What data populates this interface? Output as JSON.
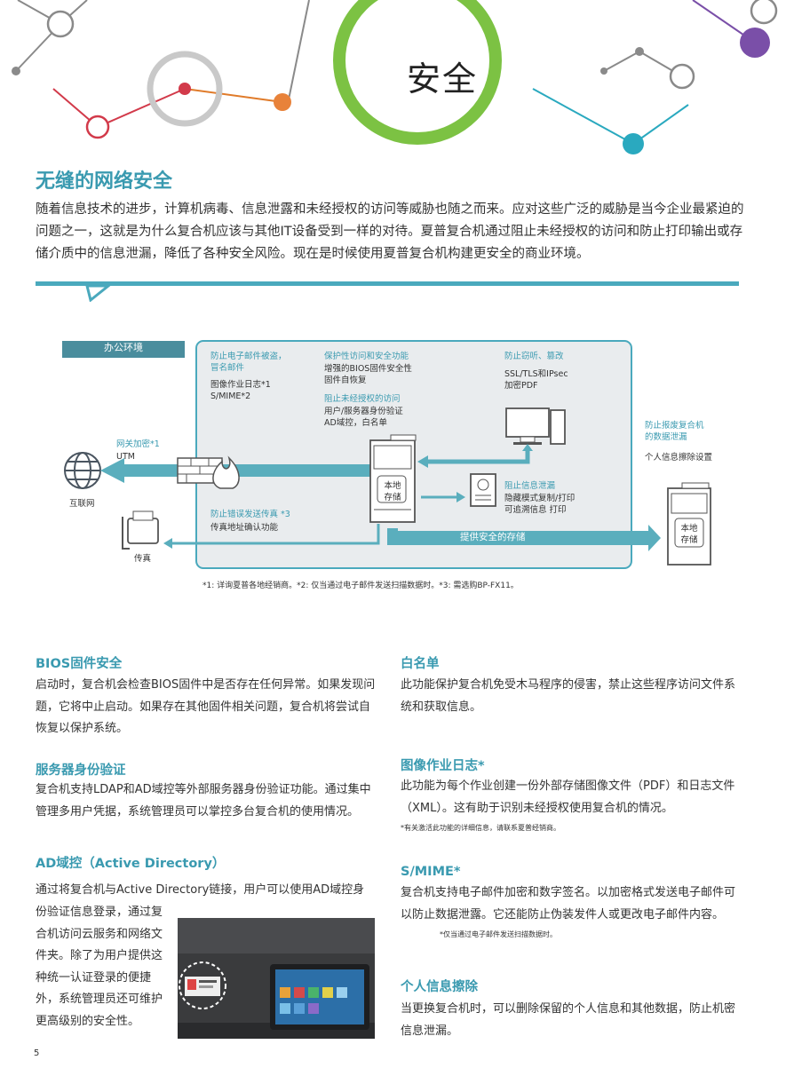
{
  "hero": {
    "title": "安全"
  },
  "section": {
    "title": "无缝的网络安全",
    "intro": "随着信息技术的进步，计算机病毒、信息泄露和未经授权的访问等威胁也随之而来。应对这些广泛的威胁是当今企业最紧迫的问题之一，这就是为什么复合机应该与其他IT设备受到一样的对待。夏普复合机通过阻止未经授权的访问和防止打印输出或存储介质中的信息泄漏，降低了各种安全风险。现在是时候使用夏普复合机构建更安全的商业环境。"
  },
  "diagram": {
    "office_label": "办公环境",
    "email_title": "防止电子邮件被盗，\n冒名邮件",
    "email_items": "图像作业日志*1\nS/MIME*2",
    "protect_title": "保护性访问和安全功能",
    "protect_items": "增强的BIOS固件安全性\n固件自恢复",
    "unauth_title": "阻止未经授权的访问",
    "unauth_items": "用户/服务器身份验证\nAD域控，白名单",
    "tamper_title": "防止窃听、篡改",
    "tamper_items": "SSL/TLS和IPsec\n加密PDF",
    "gateway_title": "网关加密*1",
    "gateway_items": "UTM",
    "internet_label": "互联网",
    "storage_label": "本地\n存储",
    "leak_title": "阻止信息泄漏",
    "leak_items": "隐藏模式复制/打印\n可追溯信息 打印",
    "fax_title": "防止错误发送传真 *3",
    "fax_items": "传真地址确认功能",
    "fax_label": "传真",
    "secure_storage": "提供安全的存储",
    "disposal_title": "防止报废复合机\n的数据泄漏",
    "disposal_items": "个人信息擦除设置",
    "disposal_storage": "本地\n存储",
    "footnote": "*1: 详询夏普各地经销商。*2: 仅当通过电子邮件发送扫描数据时。*3: 需选购BP-FX11。"
  },
  "features": {
    "bios": {
      "title": "BIOS固件安全",
      "body": "启动时，复合机会检查BIOS固件中是否存在任何异常。如果发现问题，它将中止启动。如果存在其他固件相关问题，复合机将尝试自恢复以保护系统。"
    },
    "server": {
      "title": "服务器身份验证",
      "body": "复合机支持LDAP和AD域控等外部服务器身份验证功能。通过集中管理多用户凭据，系统管理员可以掌控多台复合机的使用情况。"
    },
    "ad": {
      "title": "AD域控（Active Directory）",
      "body_line1": "通过将复合机与Active Directory链接，用户可以使用AD域控身",
      "body_rest": "份验证信息登录，通过复合机访问云服务和网络文件夹。除了为用户提供这种统一认证登录的便捷外，系统管理员还可维护更高级别的安全性。"
    },
    "whitelist": {
      "title": "白名单",
      "body": "此功能保护复合机免受木马程序的侵害，禁止这些程序访问文件系统和获取信息。"
    },
    "imagelog": {
      "title": "图像作业日志*",
      "body": "此功能为每个作业创建一份外部存储图像文件（PDF）和日志文件（XML）。这有助于识别未经授权使用复合机的情况。",
      "note": "*有关激活此功能的详细信息，请联系夏普经销商。"
    },
    "smime": {
      "title": "S/MIME*",
      "body": "复合机支持电子邮件加密和数字签名。以加密格式发送电子邮件可以防止数据泄露。它还能防止伪装发件人或更改电子邮件内容。",
      "note": "*仅当通过电子邮件发送扫描数据时。"
    },
    "erase": {
      "title": "个人信息擦除",
      "body": "当更换复合机时，可以删除保留的个人信息和其他数据，防止机密信息泄漏。"
    }
  },
  "page_number": "5"
}
